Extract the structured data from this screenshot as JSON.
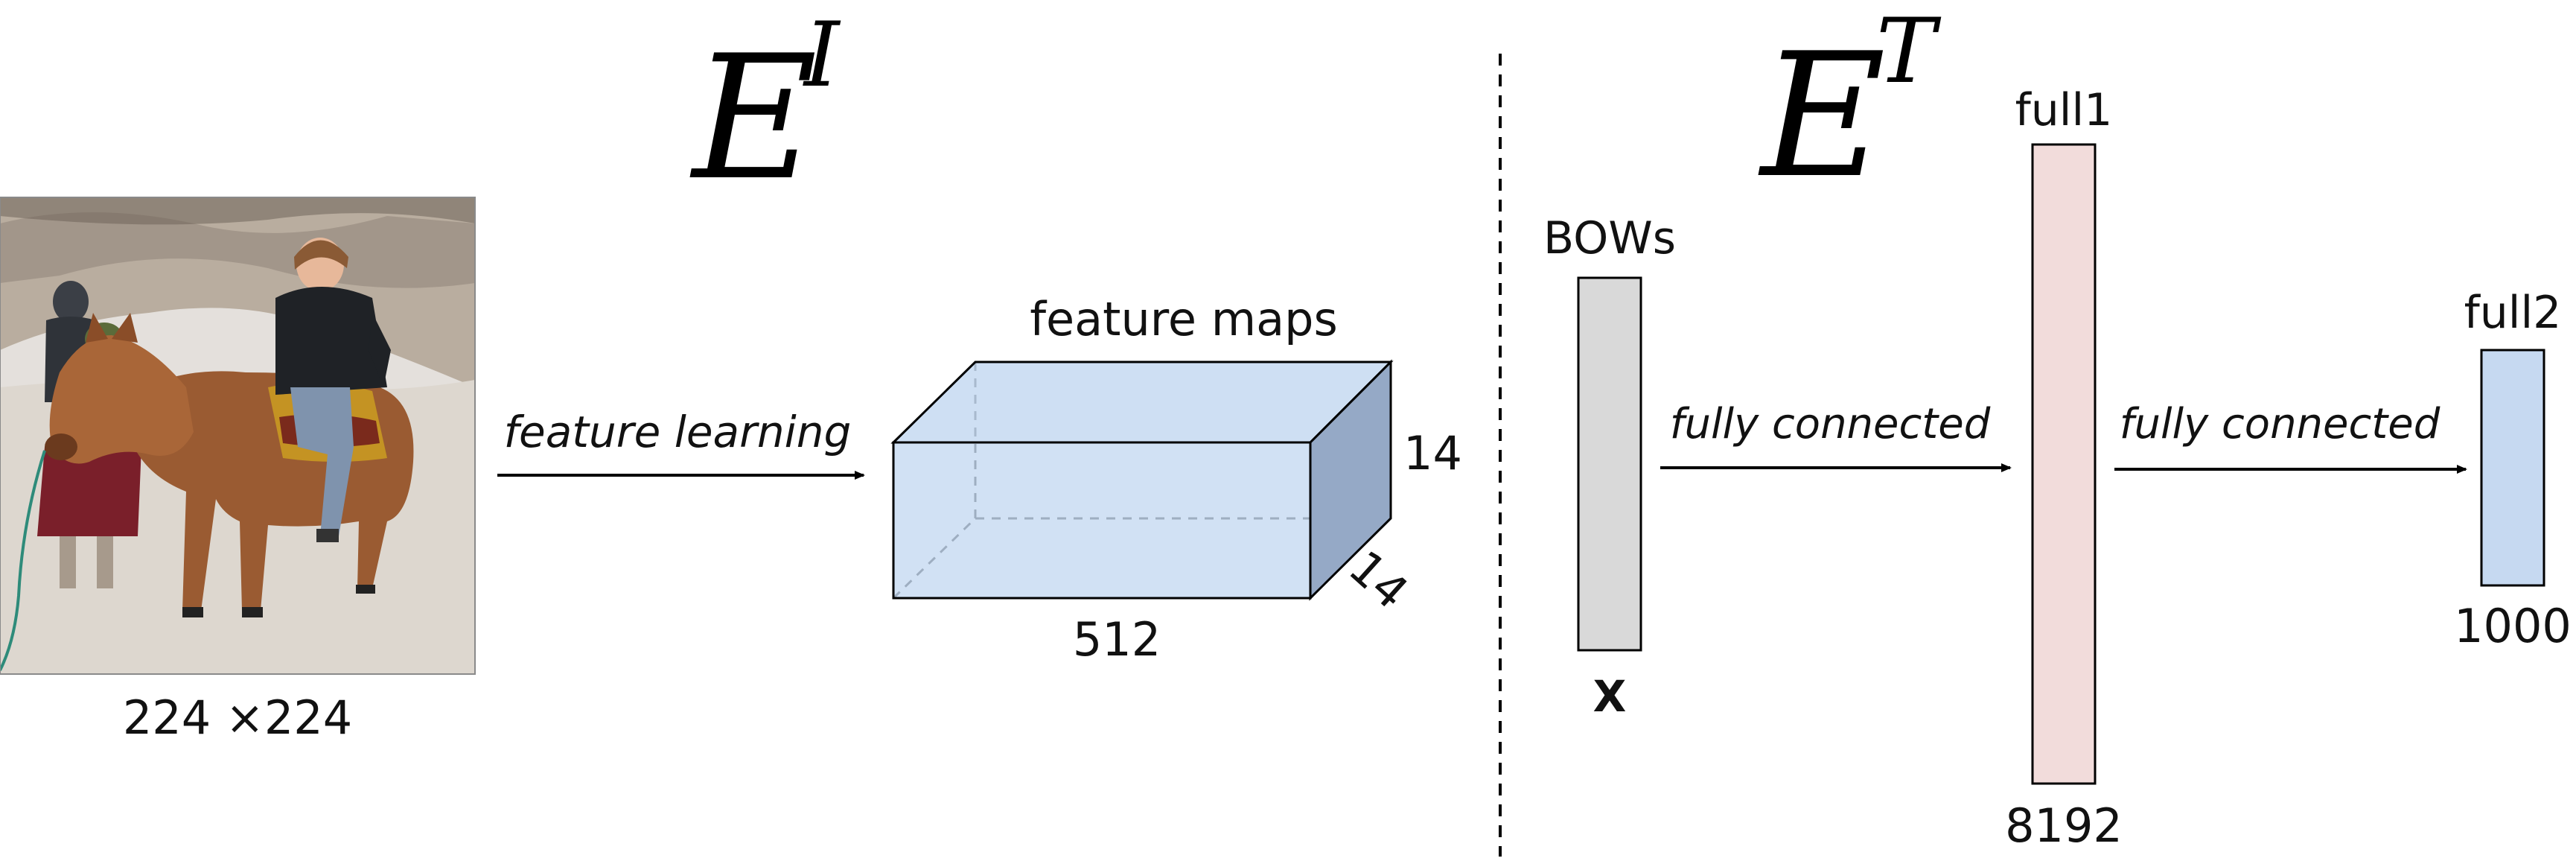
{
  "image_encoder": {
    "symbol": "E",
    "superscript": "I",
    "input_size_label": "224 ×224",
    "arrow_label": "feature learning",
    "feature_maps": {
      "title": "feature maps",
      "width_label": "512",
      "height_label": "14",
      "depth_label": "14",
      "color": "#c6d9f1"
    }
  },
  "text_encoder": {
    "symbol": "E",
    "superscript": "T",
    "input": {
      "label": "BOWs",
      "bottom_label": "X",
      "color": "#d9d9d9"
    },
    "arrow1_label": "fully connected",
    "full1": {
      "label": "full1",
      "size_label": "8192",
      "color": "#f2dcdb"
    },
    "arrow2_label": "fully connected",
    "full2": {
      "label": "full2",
      "size_label": "1000",
      "color": "#c6d9f1"
    }
  }
}
